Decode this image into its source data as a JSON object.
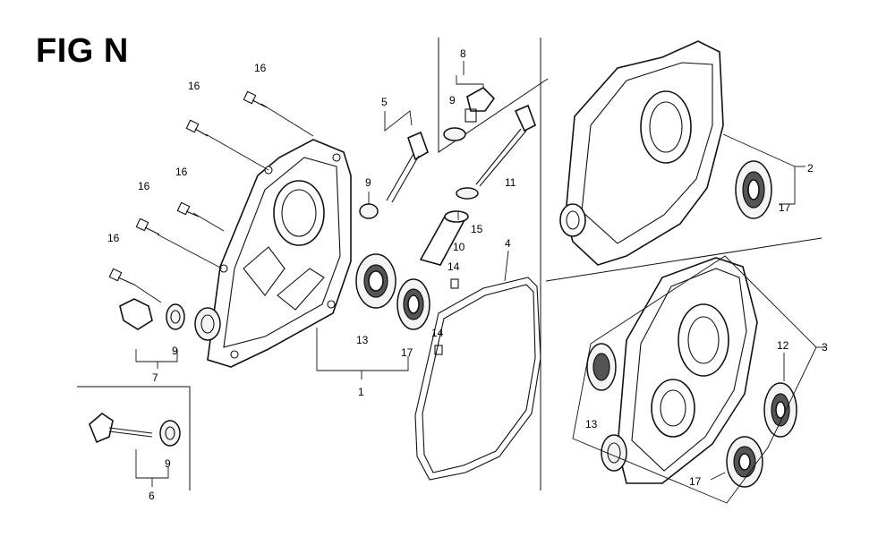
{
  "figure": {
    "title": "FIG N"
  },
  "callouts": {
    "c1": "1",
    "c2": "2",
    "c3": "3",
    "c4": "4",
    "c5": "5",
    "c6": "6",
    "c7": "7",
    "c8": "8",
    "c9_a": "9",
    "c9_b": "9",
    "c9_c": "9",
    "c9_d": "9",
    "c10": "10",
    "c11": "11",
    "c12": "12",
    "c13_a": "13",
    "c13_b": "13",
    "c14_a": "14",
    "c14_b": "14",
    "c15": "15",
    "c16_a": "16",
    "c16_b": "16",
    "c16_c": "16",
    "c16_d": "16",
    "c16_e": "16",
    "c17_a": "17",
    "c17_b": "17",
    "c17_c": "17"
  }
}
